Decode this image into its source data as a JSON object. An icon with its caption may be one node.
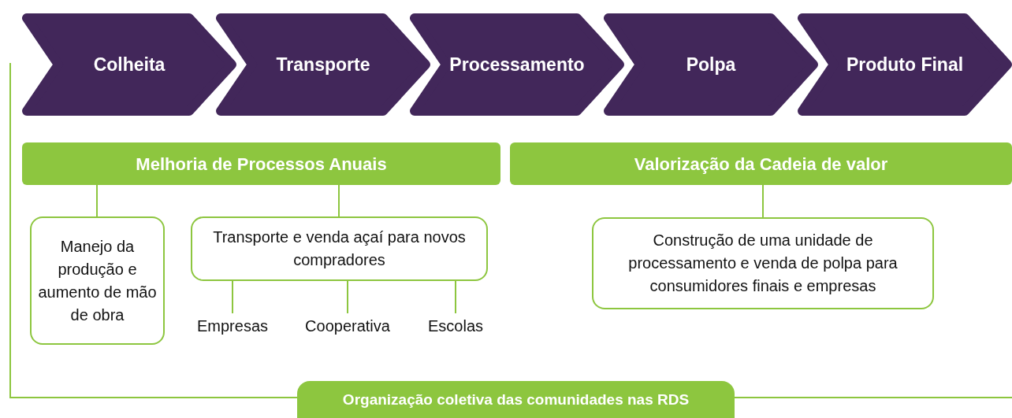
{
  "diagram": {
    "nodes": [
      {
        "text": [
          "Colheita"
        ]
      },
      {
        "text": [
          "Transporte"
        ]
      },
      {
        "text": [
          "Processamento"
        ]
      },
      {
        "text": [
          "Polpa"
        ]
      },
      {
        "text": [
          "Produto Final"
        ]
      },
      {
        "text": [
          "Melhoria de Processos Anuais"
        ]
      },
      {
        "text": [
          "Valorização da Cadeia de valor"
        ]
      },
      {
        "text": [
          "Manejo da produção e aumento de mão de obra"
        ]
      },
      {
        "text": [
          "Transporte e venda açaí para novos compradores"
        ]
      },
      {
        "text": [
          "Empresas"
        ]
      },
      {
        "text": [
          "Cooperativa"
        ]
      },
      {
        "text": [
          "Escolas"
        ]
      },
      {
        "text": [
          "Construção de uma unidade de processamento e venda de polpa para consumidores finais e empresas"
        ]
      },
      {
        "text": [
          "Organização coletiva das comunidades nas RDS"
        ]
      }
    ],
    "edges": [
      {
        "from": 5,
        "to": 7,
        "arrow": "none"
      },
      {
        "from": 5,
        "to": 8,
        "arrow": "none"
      },
      {
        "from": 8,
        "to": 9,
        "arrow": "none"
      },
      {
        "from": 8,
        "to": 10,
        "arrow": "none"
      },
      {
        "from": 8,
        "to": 11,
        "arrow": "none"
      },
      {
        "from": 6,
        "to": 12,
        "arrow": "none"
      },
      {
        "from": 13,
        "to": null,
        "arrow": "none"
      },
      {
        "from": 13,
        "to": null,
        "arrow": "none"
      }
    ]
  }
}
